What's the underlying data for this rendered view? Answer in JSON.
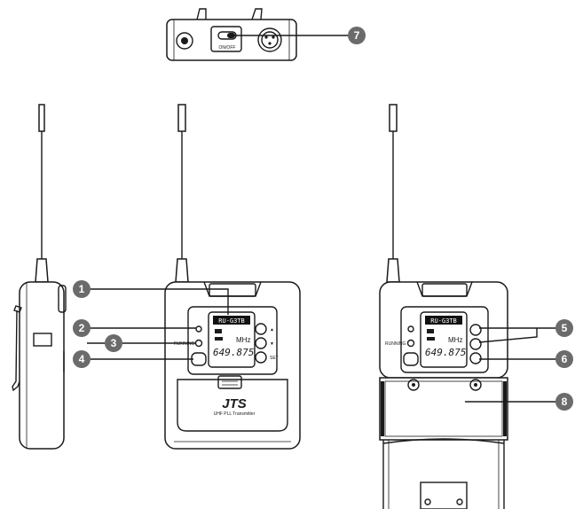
{
  "callouts": [
    "1",
    "2",
    "3",
    "4",
    "5",
    "6",
    "7",
    "8"
  ],
  "top_view": {
    "switch_label": "ON/OFF"
  },
  "front_view": {
    "model_label": "RU-G3TB",
    "lcd_mhz": "MHz",
    "lcd_freq": "649.875",
    "brand": "JTS",
    "brand_sub": "UHF PLL Transmitter",
    "btn_labels": [
      "▲",
      "▼",
      "SET"
    ],
    "side_label": "RUNNING"
  },
  "back_view": {
    "model_label": "RU-G3TB",
    "lcd_mhz": "MHz",
    "lcd_freq": "649.875",
    "side_label": "RUNNING"
  }
}
